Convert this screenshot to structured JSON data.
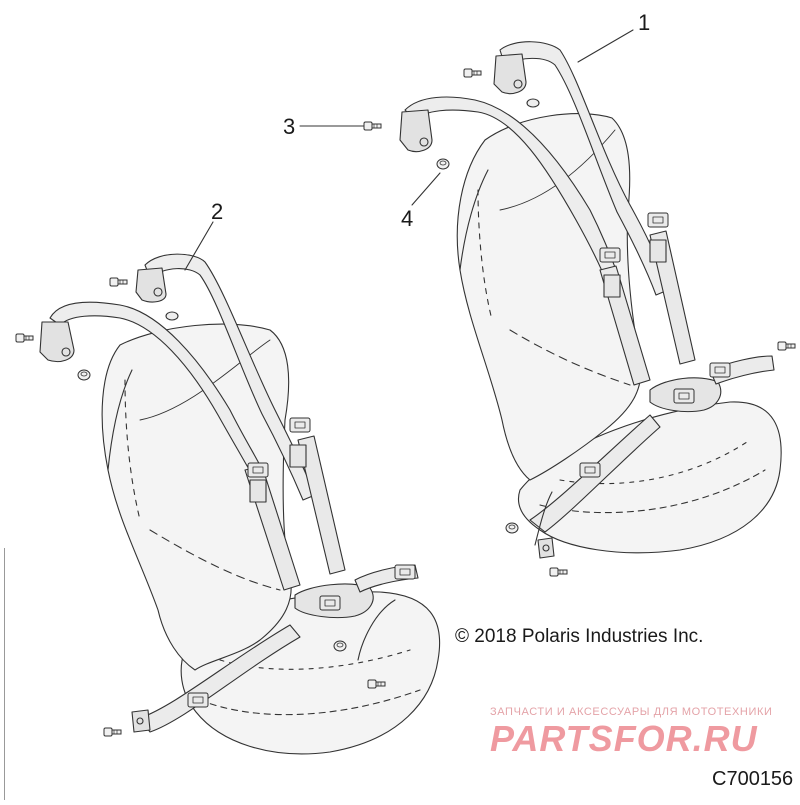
{
  "callouts": {
    "c1": "1",
    "c2": "2",
    "c3": "3",
    "c4": "4"
  },
  "copyright": "© 2018 Polaris Industries Inc.",
  "watermark": {
    "tagline": "ЗАПЧАСТИ И АКСЕССУАРЫ ДЛЯ МОТОТЕХНИКИ",
    "logo": "PARTSFOR.RU"
  },
  "figure_code": "C700156",
  "colors": {
    "line": "#333333",
    "seat_fill": "#f4f4f4",
    "strap_fill": "#e9e9e9",
    "watermark": "#ef9aa0"
  }
}
